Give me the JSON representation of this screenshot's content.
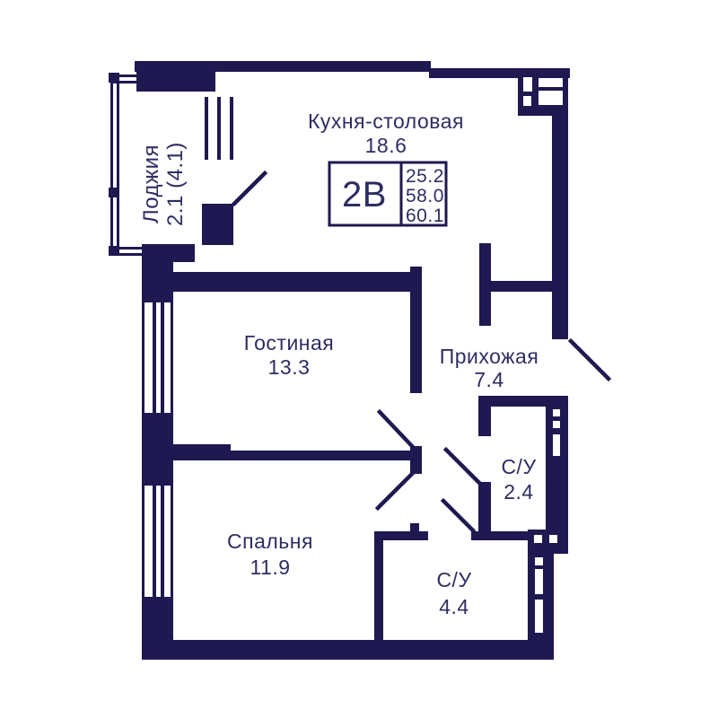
{
  "plan": {
    "unit": {
      "type_label": "2В",
      "area_values": [
        "25.2",
        "58.0",
        "60.1"
      ]
    },
    "rooms": [
      {
        "id": "kitchen_dining",
        "name": "Кухня-столовая",
        "area": "18.6"
      },
      {
        "id": "loggia",
        "name": "Лоджия",
        "area": "2.1 (4.1)"
      },
      {
        "id": "living",
        "name": "Гостиная",
        "area": "13.3"
      },
      {
        "id": "hallway",
        "name": "Прихожая",
        "area": "7.4"
      },
      {
        "id": "bathroom_small",
        "name": "С/У",
        "area": "2.4"
      },
      {
        "id": "bedroom",
        "name": "Спальня",
        "area": "11.9"
      },
      {
        "id": "bathroom_large",
        "name": "С/У",
        "area": "4.4"
      }
    ],
    "colors": {
      "wall": "#1e1950",
      "text": "#2e2d62",
      "background": "#ffffff"
    }
  }
}
